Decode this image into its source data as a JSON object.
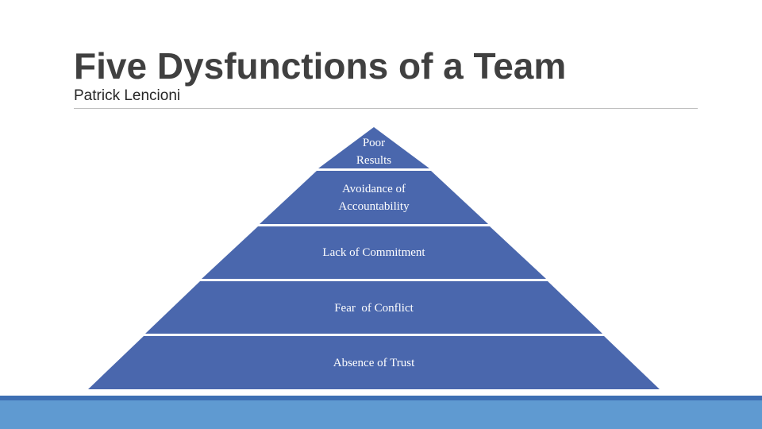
{
  "slide": {
    "title": "Five Dysfunctions of a Team",
    "subtitle": "Patrick Lencioni"
  },
  "pyramid": {
    "fill_color": "#4a67ad",
    "separator_color": "#ffffff",
    "tiers_top_to_bottom": [
      {
        "lines": [
          "Poor",
          "Results"
        ]
      },
      {
        "lines": [
          "Avoidance of",
          "Accountability"
        ]
      },
      {
        "lines": [
          "Lack of Commitment"
        ]
      },
      {
        "lines": [
          "Fear  of Conflict"
        ]
      },
      {
        "lines": [
          "Absence of Trust"
        ]
      }
    ]
  },
  "colors": {
    "title": "#404040",
    "footer_dark": "#3e6fb3",
    "footer_light": "#5f9ad1"
  }
}
